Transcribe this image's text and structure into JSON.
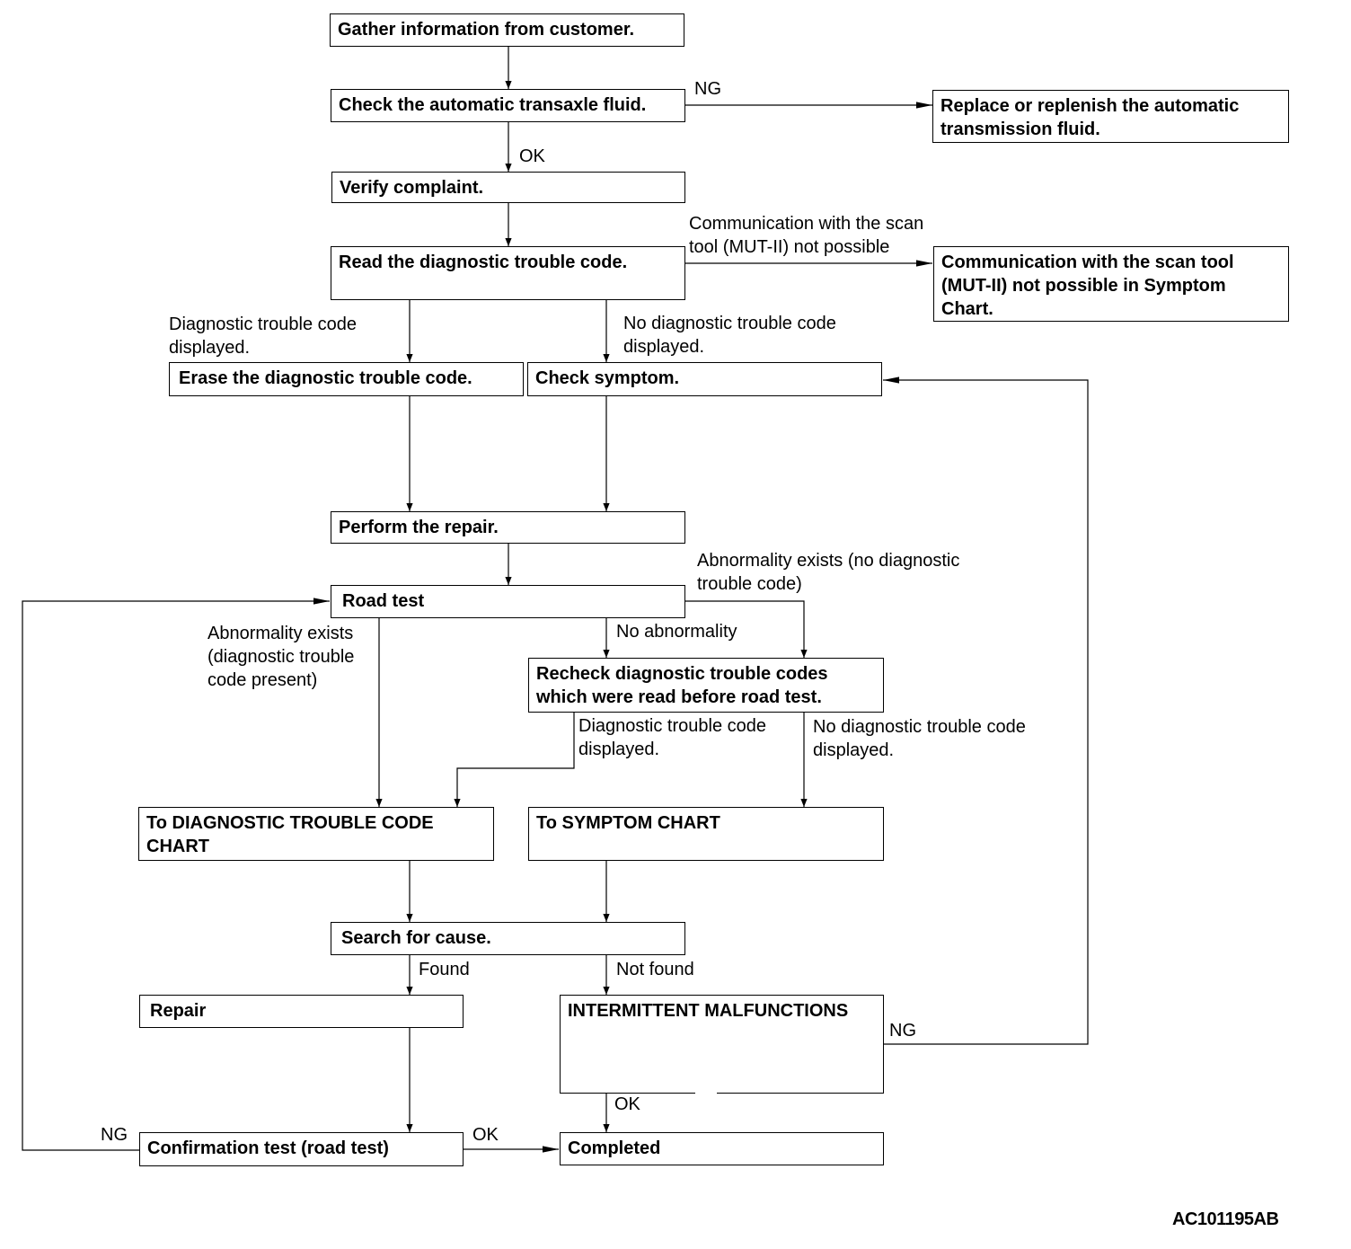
{
  "steps": {
    "gather": "Gather information from customer.",
    "check_fluid": "Check the automatic transaxle fluid.",
    "replace_fluid": "Replace or replenish the automatic\ntransmission fluid.",
    "verify": "Verify complaint.",
    "read_dtc": "Read the diagnostic trouble code.",
    "comm_not_possible": "Communication with the scan tool\n(MUT-II) not possible in Symptom\nChart.",
    "erase_dtc": "Erase the diagnostic trouble code.",
    "check_symptom": "Check symptom.",
    "perform_repair": "Perform the repair.",
    "road_test": "Road test",
    "recheck_dtc": "Recheck diagnostic trouble codes\nwhich were read before road test.",
    "to_dtc_chart": "To DIAGNOSTIC TROUBLE CODE\nCHART",
    "to_symptom_chart": "To SYMPTOM CHART",
    "search_cause": "Search for cause.",
    "repair": "Repair",
    "intermittent": "INTERMITTENT MALFUNCTIONS",
    "confirmation": "Confirmation test (road test)",
    "completed": "Completed"
  },
  "labels": {
    "ng_fluid": "NG",
    "ok_fluid": "OK",
    "comm_scan": "Communication with the scan\ntool (MUT-II) not possible",
    "dtc_displayed": "Diagnostic trouble code\ndisplayed.",
    "no_dtc_displayed": "No diagnostic trouble code\ndisplayed.",
    "abn_no_dtc": "Abnormality exists (no diagnostic\ntrouble code)",
    "abn_dtc": "Abnormality exists\n(diagnostic trouble\ncode present)",
    "no_abnormality": "No abnormality",
    "recheck_dtc_displayed": "Diagnostic trouble code\ndisplayed.",
    "recheck_no_dtc": "No diagnostic trouble code\ndisplayed.",
    "found": "Found",
    "not_found": "Not found",
    "ng_intermittent": "NG",
    "ok_intermittent": "OK",
    "ng_confirm": "NG",
    "ok_confirm": "OK"
  },
  "figure_id": "AC101195AB"
}
